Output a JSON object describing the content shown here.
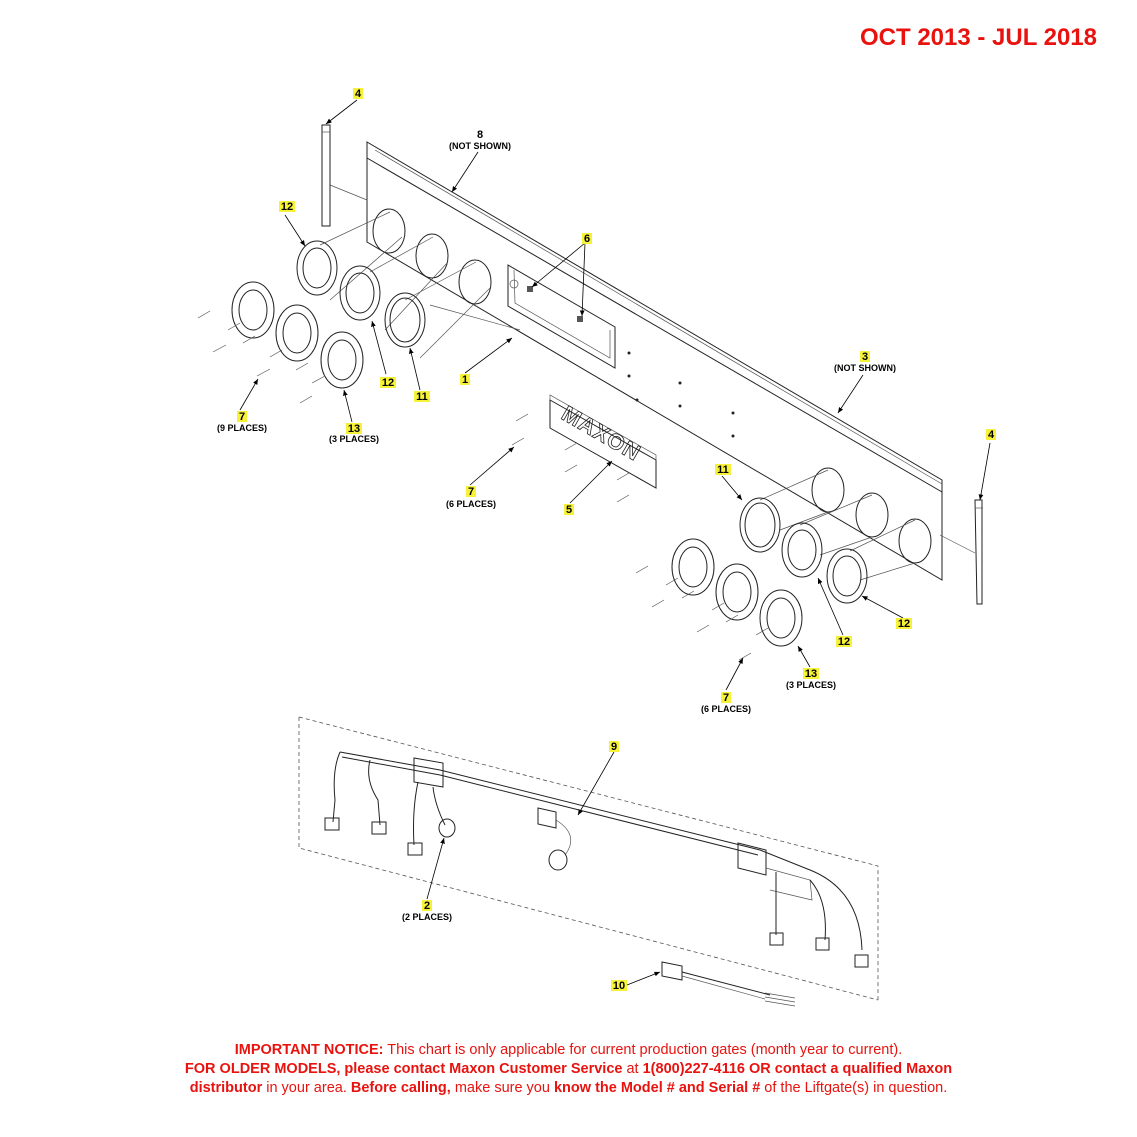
{
  "header": {
    "date_range": "OCT 2013 - JUL 2018"
  },
  "callouts": {
    "c4a": "4",
    "c8": "8",
    "c8_note": "(NOT SHOWN)",
    "c12a": "12",
    "c6": "6",
    "c12b": "12",
    "c11a": "11",
    "c1": "1",
    "c7a": "7",
    "c7a_note": "(9 PLACES)",
    "c13a": "13",
    "c13a_note": "(3 PLACES)",
    "c3": "3",
    "c3_note": "(NOT SHOWN)",
    "c4b": "4",
    "c7b": "7",
    "c7b_note": "(6 PLACES)",
    "c5": "5",
    "c11b": "11",
    "c12c": "12",
    "c12d": "12",
    "c13b": "13",
    "c13b_note": "(3 PLACES)",
    "c7c": "7",
    "c7c_note": "(6 PLACES)",
    "c9": "9",
    "c2": "2",
    "c2_note": "(2 PLACES)",
    "c10": "10"
  },
  "plate_logo": "MAXON",
  "notice": {
    "l1_bold": "IMPORTANT NOTICE:",
    "l1_text": " This chart is only applicable for current production gates (month year to current).",
    "l2_bold1": "FOR OLDER MODELS, please contact Maxon Customer Service",
    "l2_text1": " at ",
    "l2_bold2": "1(800)227-4116 OR contact a qualified Maxon",
    "l3_bold1": "distributor",
    "l3_text1": " in your area. ",
    "l3_bold2": "Before calling,",
    "l3_text2": " make sure you ",
    "l3_bold3": "know the Model # and Serial #",
    "l3_text3": " of the Liftgate(s) in question."
  },
  "colors": {
    "notice_red": "#e8130f",
    "callout_highlight": "#f6f23a"
  }
}
